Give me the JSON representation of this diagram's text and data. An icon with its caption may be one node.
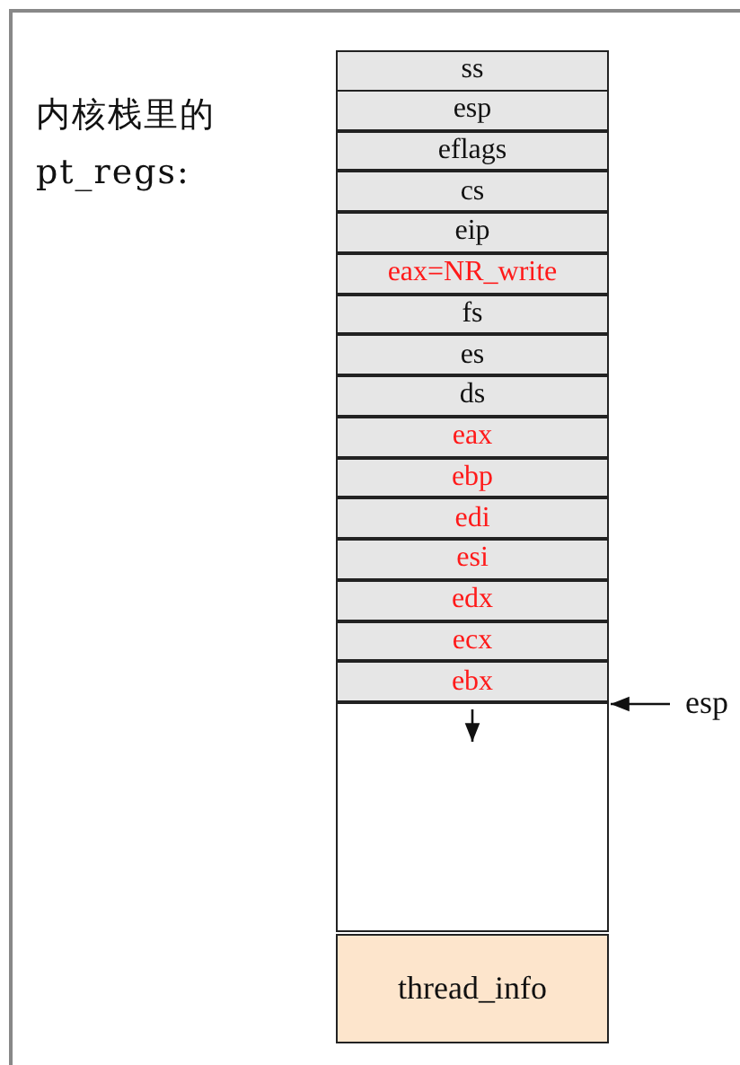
{
  "diagram": {
    "nodes": [
      {
        "text": [
          "ss"
        ]
      },
      {
        "text": [
          "esp"
        ]
      },
      {
        "text": [
          "eflags"
        ]
      },
      {
        "text": [
          "cs"
        ]
      },
      {
        "text": [
          "eip"
        ]
      },
      {
        "text": [
          "eax=NR_write"
        ]
      },
      {
        "text": [
          "fs"
        ]
      },
      {
        "text": [
          "es"
        ]
      },
      {
        "text": [
          "ds"
        ]
      },
      {
        "text": [
          "eax"
        ]
      },
      {
        "text": [
          "ebp"
        ]
      },
      {
        "text": [
          "edi"
        ]
      },
      {
        "text": [
          "esi"
        ]
      },
      {
        "text": [
          "edx"
        ]
      },
      {
        "text": [
          "ecx"
        ]
      },
      {
        "text": [
          "ebx"
        ]
      },
      {
        "text": [],
        "shape": "box"
      },
      {
        "text": [
          "thread_info"
        ]
      },
      {
        "text": [
          "esp"
        ]
      }
    ],
    "edges": [
      {
        "from": 18,
        "to": 15,
        "arrow": "to"
      }
    ],
    "labels": [
      "内核栈里的 pt_regs:"
    ]
  }
}
